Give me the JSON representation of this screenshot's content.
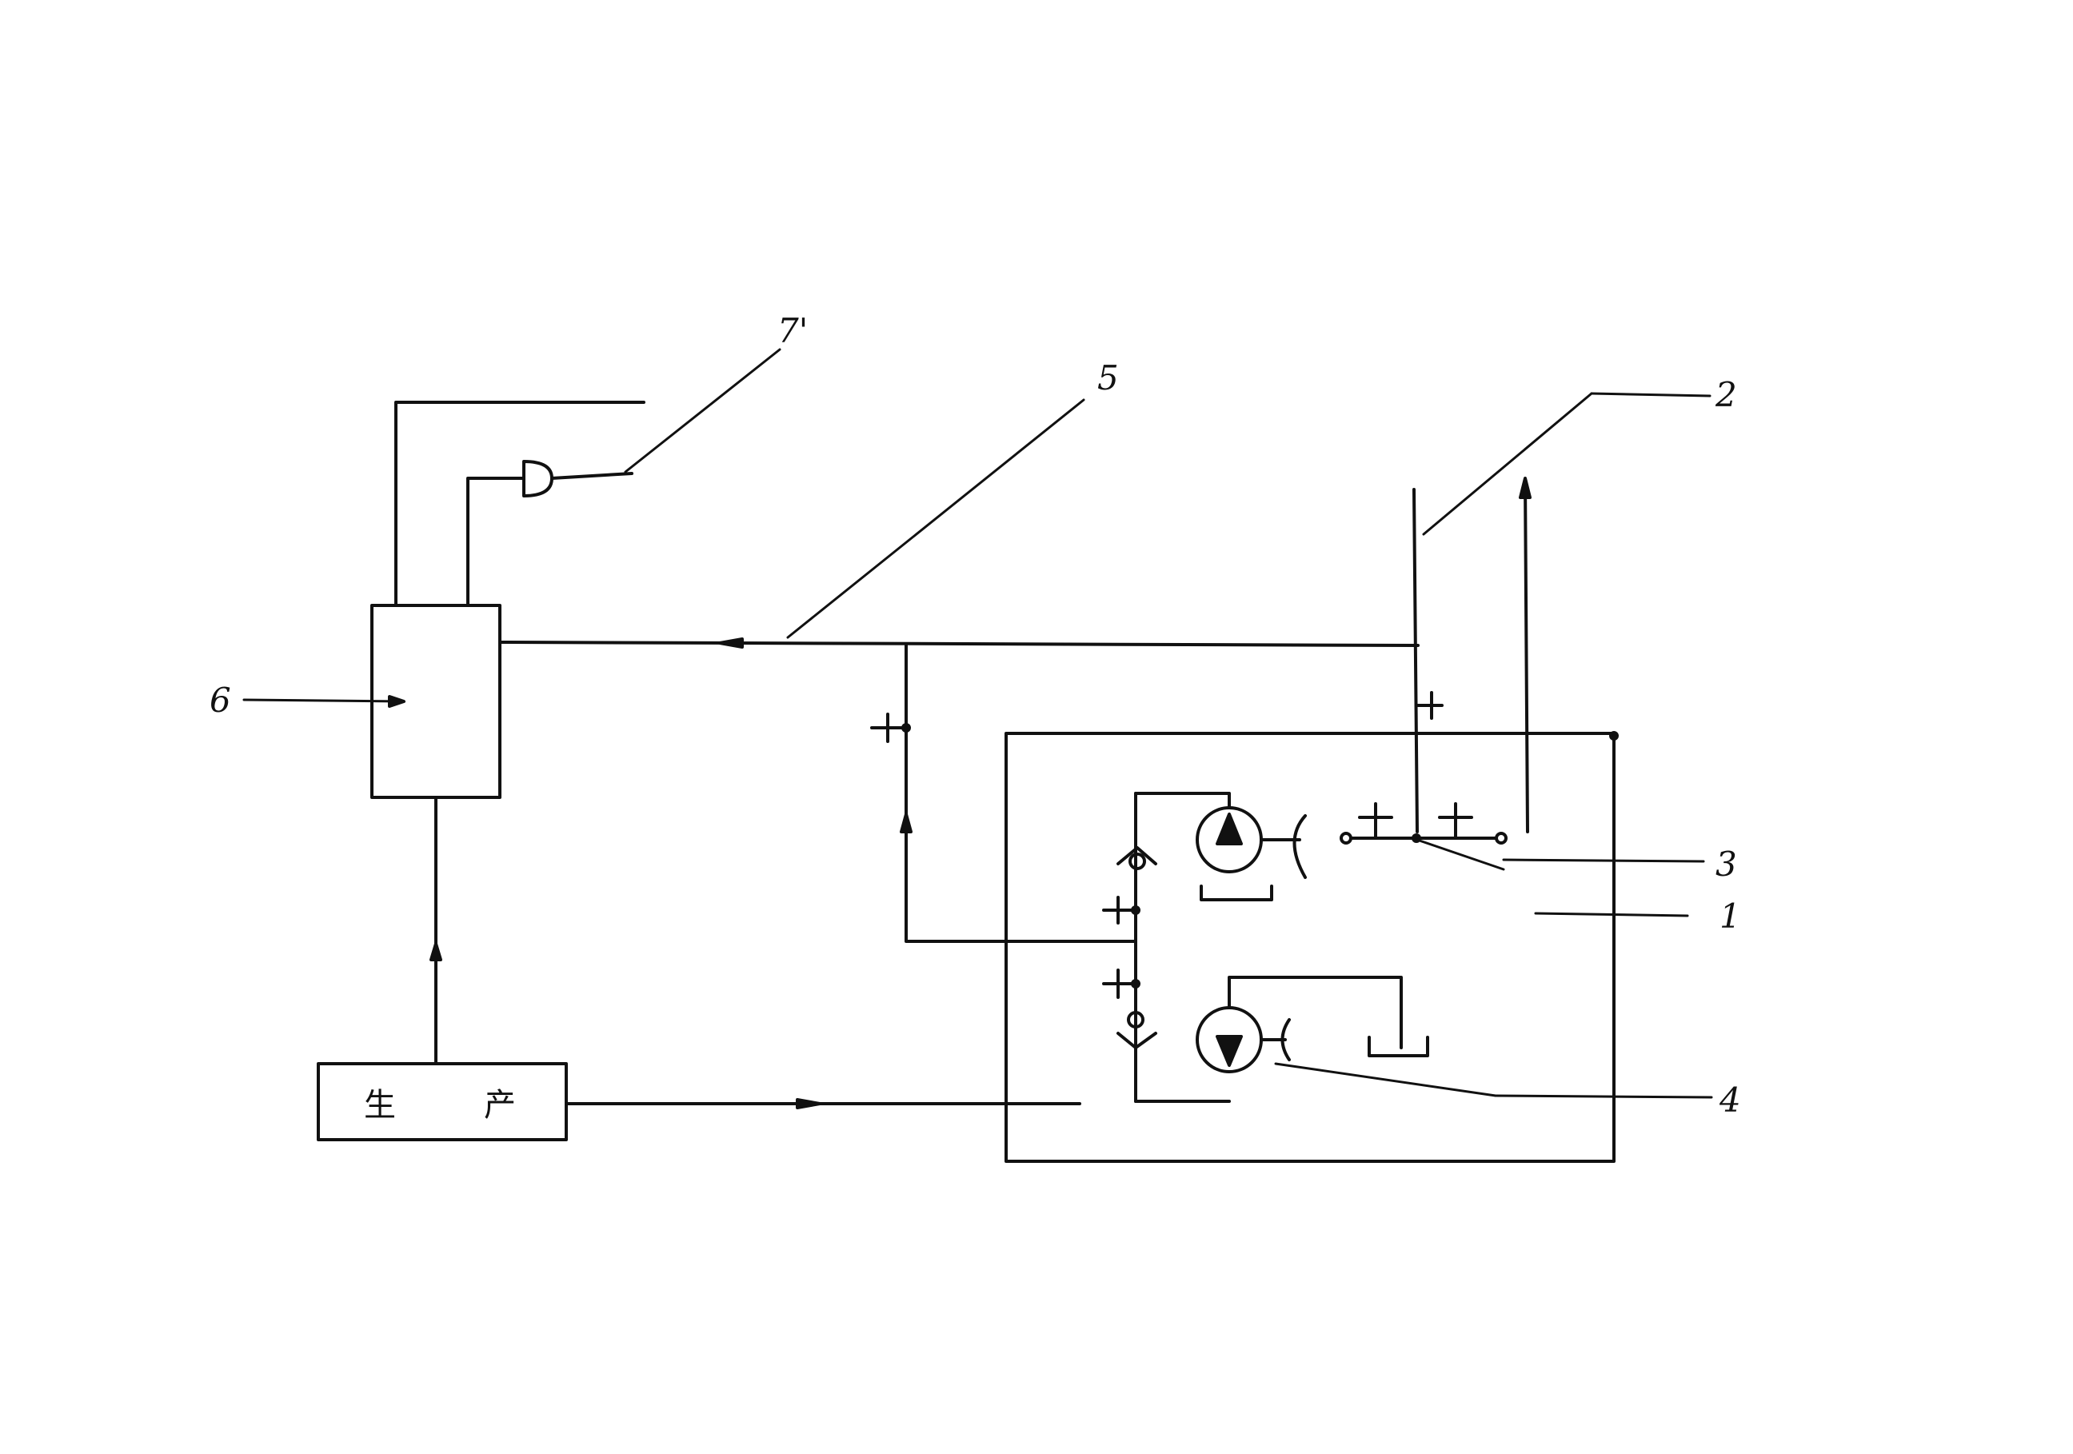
{
  "labels": {
    "l1": "1",
    "l2": "2",
    "l3": "3",
    "l4": "4",
    "l5": "5",
    "l6": "6",
    "l7": "7'"
  },
  "production_box": {
    "char1": "生",
    "char2": "产"
  }
}
